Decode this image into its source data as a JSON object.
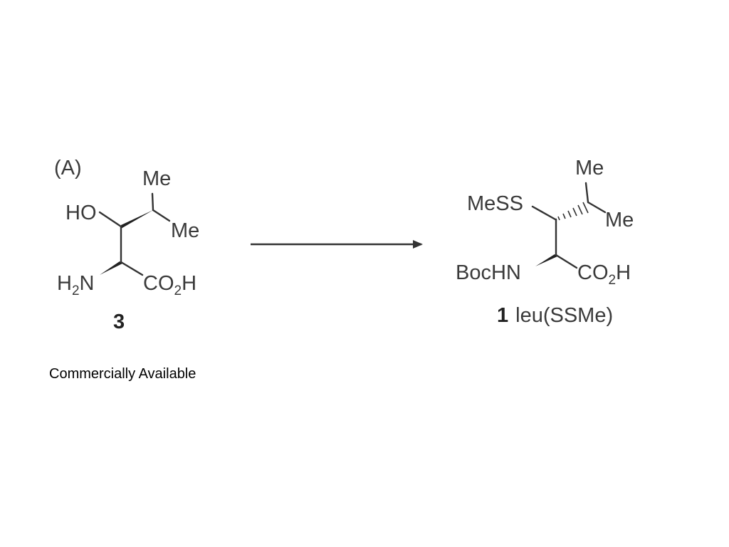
{
  "panel_label": "(A)",
  "starting_material": {
    "compound_number": "3",
    "groups": {
      "hydroxyl": "HO",
      "methyl_top": "Me",
      "methyl_right": "Me",
      "amine_main": "H",
      "amine_sub": "2",
      "amine_tail": "N",
      "acid_main": "CO",
      "acid_sub": "2",
      "acid_tail": "H"
    }
  },
  "product": {
    "compound_number": "1",
    "compound_name": "leu(SSMe)",
    "groups": {
      "disulfide": "MeSS",
      "methyl_top": "Me",
      "methyl_right": "Me",
      "protected_amine": "BocHN",
      "acid_main": "CO",
      "acid_sub": "2",
      "acid_tail": "H"
    }
  },
  "caption": "Commercially Available",
  "colors": {
    "text": "#3a3a3a",
    "bond": "#333333",
    "arrow": "#333333",
    "background": "#ffffff"
  }
}
